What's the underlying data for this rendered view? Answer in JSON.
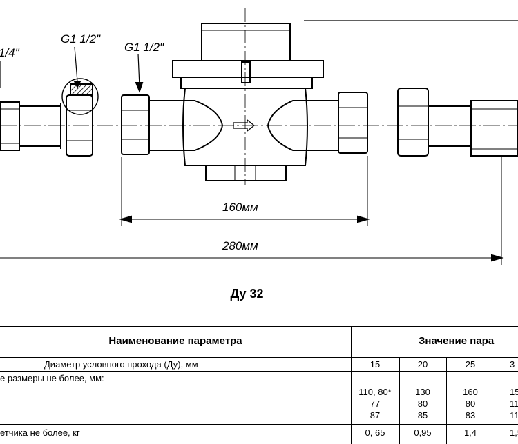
{
  "drawing": {
    "thread_left_outer": "1/4\"",
    "thread_left_inner": "G1 1/2\"",
    "thread_center": "G1 1/2\"",
    "dim_inner": "160мм",
    "dim_outer": "280мм"
  },
  "caption": "Ду 32",
  "table": {
    "header_param": "Наименование параметра",
    "header_value": "Значение пара",
    "rows": [
      {
        "param": "Диаметр условного прохода (Ду), мм",
        "values": [
          "15",
          "20",
          "25",
          "3"
        ]
      },
      {
        "param": "е размеры не более, мм:",
        "values": [
          "",
          "",
          "",
          ""
        ]
      },
      {
        "param": "",
        "values": [
          "110, 80*",
          "130",
          "160",
          "15"
        ]
      },
      {
        "param": "",
        "values": [
          "77",
          "80",
          "80",
          "11"
        ]
      },
      {
        "param": "",
        "values": [
          "87",
          "85",
          "83",
          "11"
        ]
      },
      {
        "param": "етчика не более, кг",
        "values": [
          "0, 65",
          "0,95",
          "1,4",
          "1,5"
        ]
      }
    ]
  }
}
